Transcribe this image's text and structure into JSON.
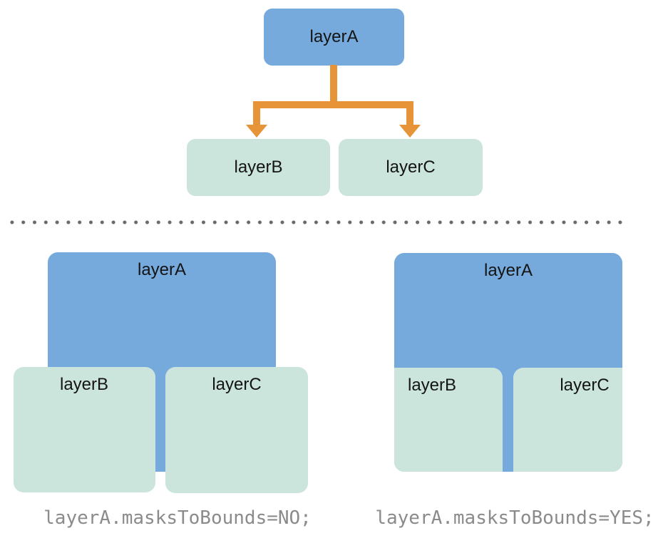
{
  "colors": {
    "parent-blue": "#76AADD",
    "child-green": "#CBE5DD",
    "arrow-orange": "#E79438",
    "dot-gray": "#6A6A6A",
    "caption-gray": "#8B8B8B",
    "label-ink": "#141414",
    "background": "#FFFFFF"
  },
  "tree": {
    "parent": {
      "label": "layerA"
    },
    "children": [
      {
        "label": "layerB"
      },
      {
        "label": "layerC"
      }
    ]
  },
  "example_no_clip": {
    "parent_label": "layerA",
    "child_b_label": "layerB",
    "child_c_label": "layerC",
    "caption": "layerA.masksToBounds=NO;"
  },
  "example_clip": {
    "parent_label": "layerA",
    "child_b_label": "layerB",
    "child_c_label": "layerC",
    "caption": "layerA.masksToBounds=YES;"
  }
}
